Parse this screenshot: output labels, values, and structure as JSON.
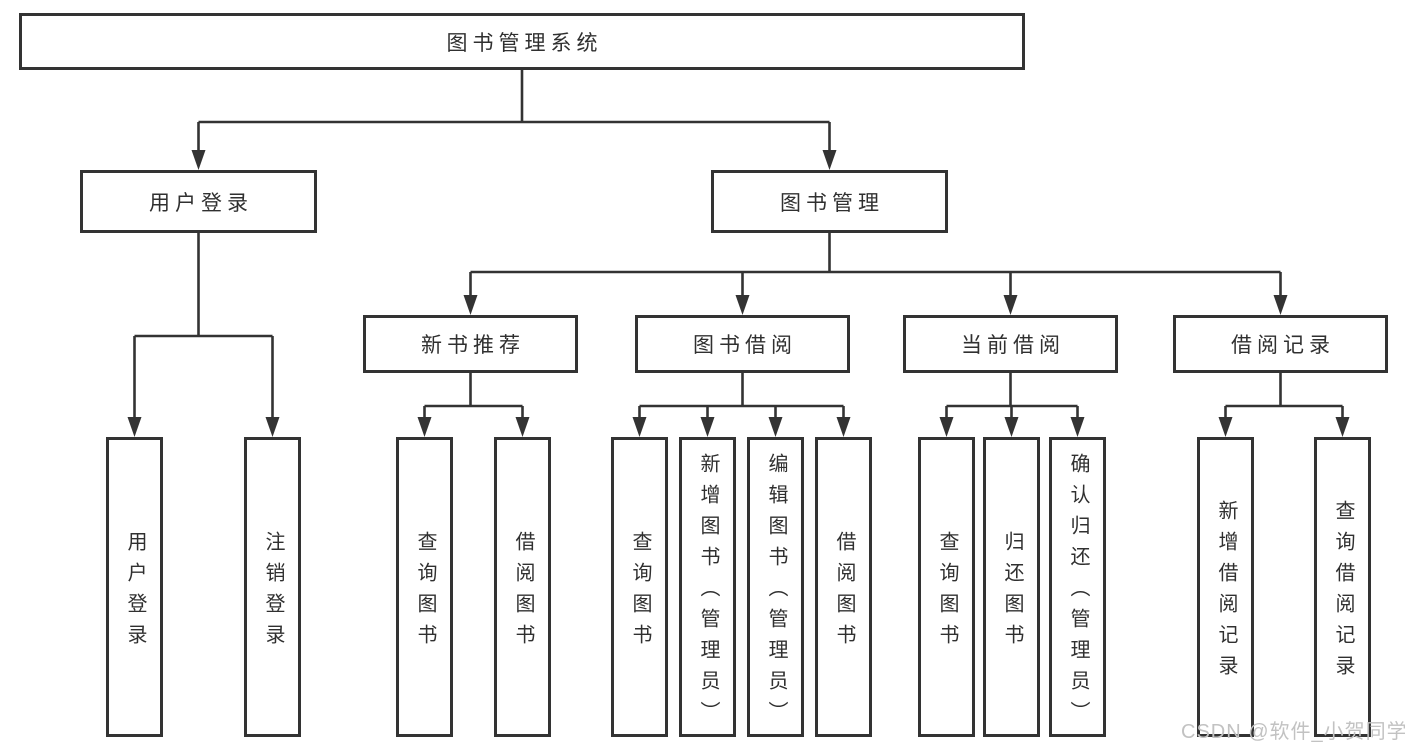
{
  "tree": {
    "label": "图书管理系统",
    "children": [
      {
        "label": "用户登录",
        "children": [
          {
            "label": "用户登录"
          },
          {
            "label": "注销登录"
          }
        ]
      },
      {
        "label": "图书管理",
        "children": [
          {
            "label": "新书推荐",
            "children": [
              {
                "label": "查询图书"
              },
              {
                "label": "借阅图书"
              }
            ]
          },
          {
            "label": "图书借阅",
            "children": [
              {
                "label": "查询图书"
              },
              {
                "label": "新增图书（管理员）"
              },
              {
                "label": "编辑图书（管理员）"
              },
              {
                "label": "借阅图书"
              }
            ]
          },
          {
            "label": "当前借阅",
            "children": [
              {
                "label": "查询图书"
              },
              {
                "label": "归还图书"
              },
              {
                "label": "确认归还（管理员）"
              }
            ]
          },
          {
            "label": "借阅记录",
            "children": [
              {
                "label": "新增借阅记录"
              },
              {
                "label": "查询借阅记录"
              }
            ]
          }
        ]
      }
    ]
  },
  "watermark": "CSDN @软件_小贺同学",
  "colors": {
    "line": "#333333",
    "border": "#333333",
    "text": "#303030",
    "watermark": "#c2c2c2",
    "background": "#ffffff"
  }
}
